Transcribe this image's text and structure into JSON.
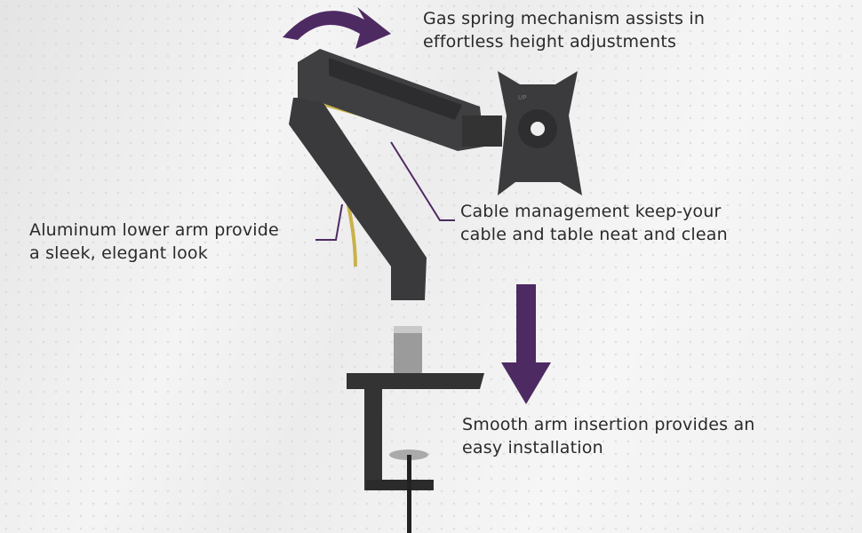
{
  "captions": {
    "gas_spring": [
      "Gas spring mechanism assists in",
      "effortless height adjustments"
    ],
    "cable": [
      "Cable management keep-your",
      "cable and table neat and clean"
    ],
    "lower_arm": [
      "Aluminum lower arm provide",
      "a sleek, elegant look"
    ],
    "insertion": [
      "Smooth arm insertion provides an",
      "easy installation"
    ]
  },
  "product_marking": "UP",
  "colors": {
    "accent": "#4e2a63",
    "arm": "#3a3a3c",
    "cable": "#c9b24a"
  }
}
